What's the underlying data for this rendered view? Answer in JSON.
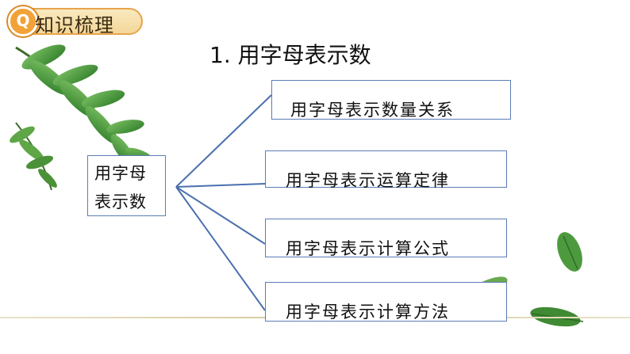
{
  "header": {
    "title": "知识梳理",
    "badge_letter": "Q"
  },
  "heading": "1.  用字母表示数",
  "root": {
    "line1": "用字母",
    "line2": "表示数"
  },
  "branches": [
    {
      "label": "用字母表示数量关系"
    },
    {
      "label": "用字母表示运算定律"
    },
    {
      "label": "用字母表示计算公式"
    },
    {
      "label": "用字母表示计算方法"
    }
  ],
  "colors": {
    "connector": "#4a6fae",
    "leaf_green": "#4e9b3c",
    "pill_border": "#e7a44a"
  }
}
